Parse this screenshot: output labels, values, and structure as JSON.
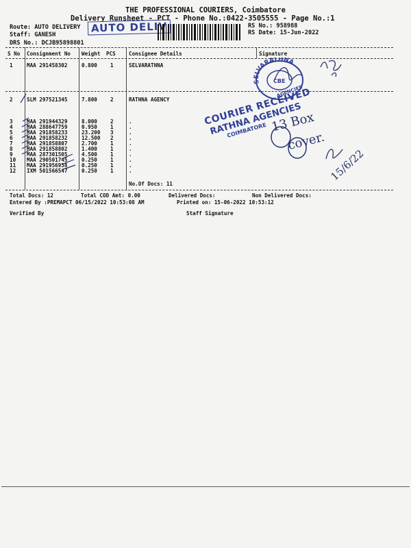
{
  "header": {
    "company": "THE PROFESSIONAL COURIERS, Coimbatore",
    "runsheet": "Delivery Runsheet - PCT - Phone No.:0422-3505555 - Page No.:1",
    "route": "Route: AUTO DELIVERY",
    "route_stamp": "AUTO DELIV",
    "staff": "Staff: GANESH",
    "drs": "DRS No.: DCJB95898801",
    "rs_no": "RS No.: 958988",
    "rs_date": "RS Date: 15-Jun-2022"
  },
  "table": {
    "columns": [
      "S No",
      "Consignment No",
      "Weight",
      "PCS",
      "Consignee Details",
      "Signature"
    ],
    "rows": [
      {
        "sno": "1",
        "cons": "MAA 291458302",
        "weight": "0.800",
        "pcs": "1",
        "details": "SELVARATHNA"
      },
      {
        "sno": "2",
        "cons": "SLM 297521345",
        "weight": "7.800",
        "pcs": "2",
        "details": "RATHNA AGENCY"
      },
      {
        "sno": "3",
        "cons": "MAA 291944329",
        "weight": "8.000",
        "pcs": "2",
        "details": "."
      },
      {
        "sno": "4",
        "cons": "MAA 288647759",
        "weight": "0.950",
        "pcs": "1",
        "details": "."
      },
      {
        "sno": "5",
        "cons": "MAA 291858233",
        "weight": "23.200",
        "pcs": "3",
        "details": "."
      },
      {
        "sno": "6",
        "cons": "MAA 291858232",
        "weight": "12.500",
        "pcs": "2",
        "details": "."
      },
      {
        "sno": "7",
        "cons": "MAA 291858807",
        "weight": "2.700",
        "pcs": "1",
        "details": "."
      },
      {
        "sno": "8",
        "cons": "MAA 291858802",
        "weight": "1.400",
        "pcs": "1",
        "details": "."
      },
      {
        "sno": "9",
        "cons": "MAA 287301505",
        "weight": "4.500",
        "pcs": "1",
        "details": "."
      },
      {
        "sno": "10",
        "cons": "MAA 290501745",
        "weight": "0.250",
        "pcs": "1",
        "details": "."
      },
      {
        "sno": "11",
        "cons": "MAA 291956938",
        "weight": "0.250",
        "pcs": "1",
        "details": "."
      },
      {
        "sno": "12",
        "cons": "IXM 501566547",
        "weight": "0.250",
        "pcs": "1",
        "details": "."
      }
    ],
    "no_of_docs": "No.Of Docs: 11"
  },
  "footer": {
    "total_docs": "Total Docs:  12",
    "total_cod": "Total COD Amt:     0.00",
    "delivered": "Delivered Docs:",
    "non_delivered": "Non Delivered Docs:",
    "entered_by": "Entered By :PREMAPCT 06/15/2022 10:53:08 AM",
    "printed_on": "Printed on: 15-06-2022 10:53:12",
    "verified_by": "Verified By",
    "staff_signature": "Staff Signature"
  },
  "stamps": {
    "round_top": "SELVARATHNA",
    "round_bottom": "AGENCIES",
    "round_center": "CBE",
    "received_1": "COURIER RECEIVED",
    "received_2": "RATHNA AGENCIES",
    "received_3": "COIMBATORE",
    "hand_1": "13 Box",
    "hand_2": "cover.",
    "hand_3": "15/6/22"
  },
  "colors": {
    "stamp_ink": "#2f3f96",
    "pen_ink": "#27336f"
  }
}
